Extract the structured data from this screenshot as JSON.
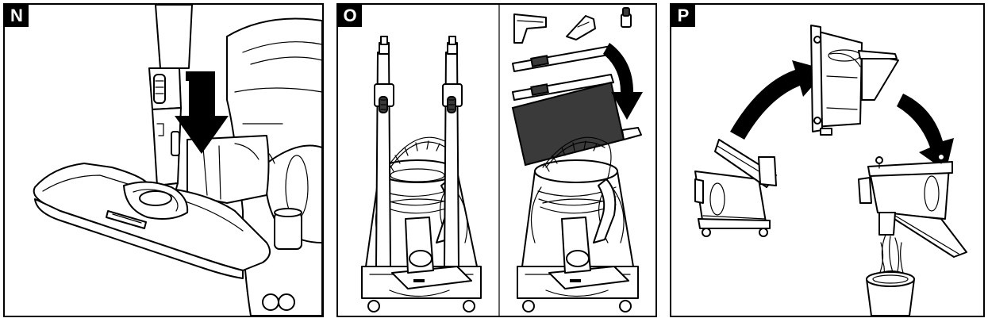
{
  "panels": [
    {
      "label": "N"
    },
    {
      "label": "O"
    },
    {
      "label": "P"
    }
  ],
  "colors": {
    "ink": "#000000",
    "paper": "#ffffff",
    "mat": "#3a3a3a"
  }
}
